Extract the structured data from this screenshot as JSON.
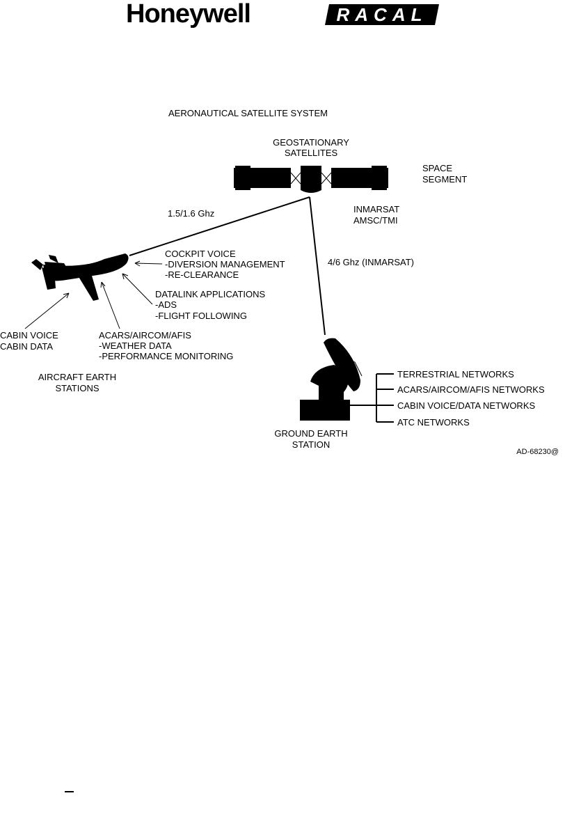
{
  "header": {
    "logo_left": "Honeywell",
    "logo_right": "RACAL"
  },
  "figure": {
    "title": "AERONAUTICAL SATELLITE SYSTEM",
    "satellites_label": [
      "GEOSTATIONARY",
      "SATELLITES"
    ],
    "space_segment_label": [
      "SPACE",
      "SEGMENT"
    ],
    "inmarsat_label": [
      "INMARSAT",
      "AMSC/TMI"
    ],
    "link_left_label": "1.5/1.6 Ghz",
    "link_right_label": "4/6 Ghz (INMARSAT)",
    "cockpit_voice": [
      "COCKPIT VOICE",
      "-DIVERSION MANAGEMENT",
      "-RE-CLEARANCE"
    ],
    "datalink_apps": [
      "DATALINK APPLICATIONS",
      "-ADS",
      "-FLIGHT FOLLOWING"
    ],
    "cabin_services": [
      "CABIN VOICE",
      "CABIN DATA"
    ],
    "acars_services": [
      "ACARS/AIRCOM/AFIS",
      "-WEATHER DATA",
      "-PERFORMANCE MONITORING"
    ],
    "aircraft_stations_label": [
      "AIRCRAFT EARTH",
      "STATIONS"
    ],
    "ground_station_label": [
      "GROUND EARTH",
      "STATION"
    ],
    "networks": [
      "TERRESTRIAL NETWORKS",
      "ACARS/AIRCOM/AFIS NETWORKS",
      "CABIN VOICE/DATA NETWORKS",
      "ATC NETWORKS"
    ],
    "figure_id": "AD-68230@"
  },
  "icons": {
    "satellite": "satellite-icon",
    "aircraft": "aircraft-icon",
    "dish": "satellite-dish-icon"
  }
}
